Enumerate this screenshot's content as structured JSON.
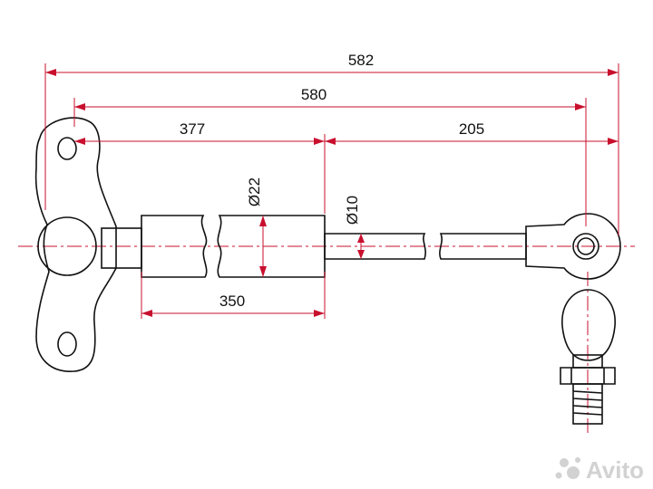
{
  "dimensions": {
    "overall_length": "582",
    "center_length": "580",
    "body_section": "377",
    "rod_section": "205",
    "body_diameter": "Ø22",
    "rod_diameter": "Ø10",
    "cylinder_length": "350"
  },
  "watermark": {
    "text": "Avito"
  },
  "colors": {
    "outline": "#111111",
    "dimension_lines": "#c8102e",
    "watermark": "#d2d2d2"
  }
}
